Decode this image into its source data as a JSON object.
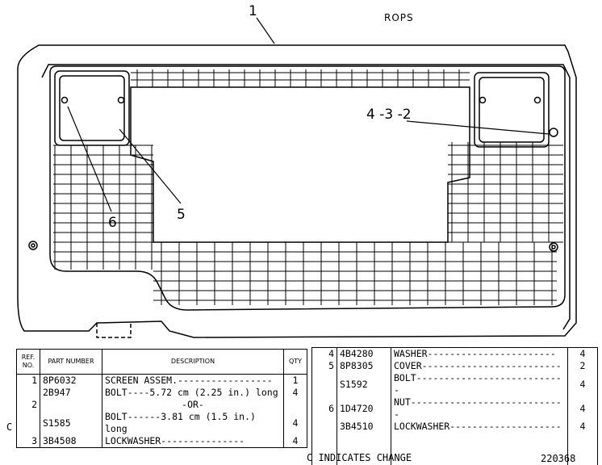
{
  "diagram": {
    "title": "ROPS",
    "callouts": [
      {
        "id": "c1",
        "text": "1"
      },
      {
        "id": "c432",
        "text": "4 -3 -2"
      },
      {
        "id": "c5",
        "text": "5"
      },
      {
        "id": "c6",
        "text": "6"
      }
    ]
  },
  "parts_table_left": {
    "headers": {
      "ref": "REF. NO.",
      "part": "PART NUMBER",
      "desc": "DESCRIPTION",
      "qty": "QTY"
    },
    "rows": [
      {
        "ref": "1",
        "part": "8P6032",
        "desc": "SCREEN ASSEM.-----------------",
        "qty": "1"
      },
      {
        "ref": "",
        "part": "2B947",
        "desc": "BOLT----5.72 cm (2.25 in.) long",
        "qty": "4"
      },
      {
        "ref": "2",
        "part": "",
        "desc": "-OR-",
        "qty": ""
      },
      {
        "ref": "",
        "part": "S1585",
        "desc": "BOLT------3.81 cm (1.5 in.) long",
        "qty": "4"
      },
      {
        "ref": "3",
        "part": "3B4508",
        "desc": "LOCKWASHER---------------",
        "qty": "4"
      }
    ],
    "change_marker": "C"
  },
  "parts_table_right": {
    "rows": [
      {
        "ref": "4",
        "part": "4B4280",
        "desc": "WASHER-----------------------",
        "qty": "4"
      },
      {
        "ref": "5",
        "part": "8P8305",
        "desc": "COVER-------------------------",
        "qty": "2"
      },
      {
        "ref": "",
        "part": "S1592",
        "desc": "BOLT---------------------------",
        "qty": "4"
      },
      {
        "ref": "6",
        "part": "1D4720",
        "desc": "NUT----------------------------",
        "qty": "4"
      },
      {
        "ref": "",
        "part": "3B4510",
        "desc": "LOCKWASHER--------------------",
        "qty": "4"
      }
    ]
  },
  "footer": {
    "change_note": "C INDICATES CHANGE",
    "drawing_number": "220368"
  }
}
